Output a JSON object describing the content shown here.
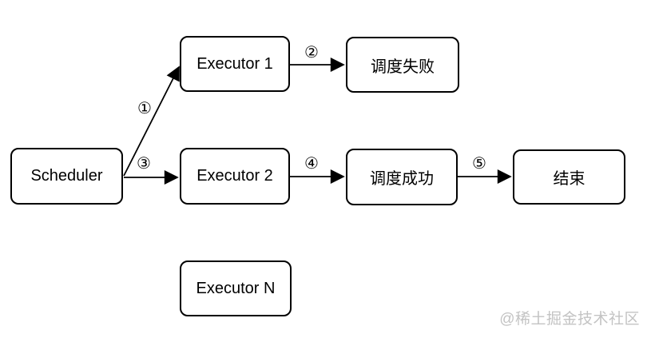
{
  "diagram": {
    "nodes": {
      "scheduler": {
        "label": "Scheduler"
      },
      "executor1": {
        "label": "Executor 1"
      },
      "executor2": {
        "label": "Executor 2"
      },
      "executorN": {
        "label": "Executor N"
      },
      "fail": {
        "label": "调度失败"
      },
      "success": {
        "label": "调度成功"
      },
      "end": {
        "label": "结束"
      }
    },
    "edges": {
      "e1": {
        "label": "①",
        "from": "Scheduler",
        "to": "Executor 1"
      },
      "e2": {
        "label": "②",
        "from": "Executor 1",
        "to": "调度失败"
      },
      "e3": {
        "label": "③",
        "from": "Scheduler",
        "to": "Executor 2"
      },
      "e4": {
        "label": "④",
        "from": "Executor 2",
        "to": "调度成功"
      },
      "e5": {
        "label": "⑤",
        "from": "调度成功",
        "to": "结束"
      }
    },
    "watermark": "@稀土掘金技术社区",
    "colors": {
      "stroke": "#000000",
      "node_fill": "#ffffff",
      "background": "#ffffff",
      "watermark_text": "#c3c3c3"
    }
  }
}
